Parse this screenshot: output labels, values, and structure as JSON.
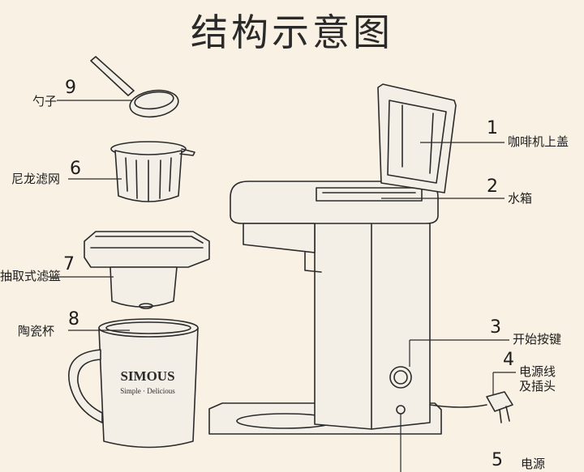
{
  "title": "结构示意图",
  "brand": {
    "name": "SIMOUS",
    "slogan": "Simple · Delicious"
  },
  "parts": [
    {
      "number": "1",
      "label": "咖啡机上盖"
    },
    {
      "number": "2",
      "label": "水箱"
    },
    {
      "number": "3",
      "label": "开始按键"
    },
    {
      "number": "4",
      "label_line1": "电源线",
      "label_line2": "及插头"
    },
    {
      "number": "5",
      "label": "电源"
    },
    {
      "number": "6",
      "label": "尼龙滤网"
    },
    {
      "number": "7",
      "label": "抽取式滤篮"
    },
    {
      "number": "8",
      "label": "陶瓷杯"
    },
    {
      "number": "9",
      "label": "勺子"
    }
  ],
  "colors": {
    "background": "#f8f1e4",
    "line": "#2b2b2b",
    "fill": "#f3eee6"
  }
}
